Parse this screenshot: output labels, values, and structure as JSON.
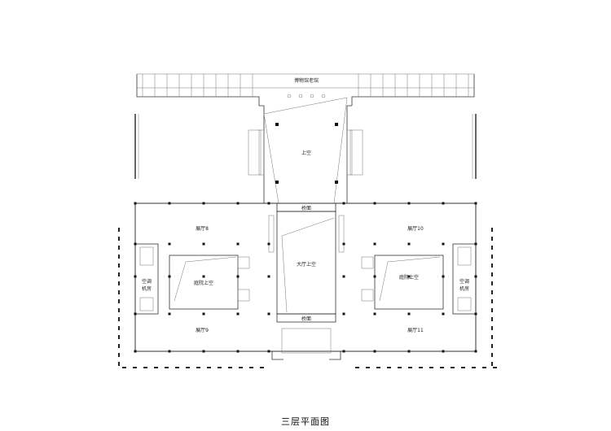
{
  "title": "三层平面图",
  "labels": {
    "archive": "博物馆老馆",
    "void_top": "上空",
    "bridge_top": "桥面",
    "bridge_bottom": "桥面",
    "hall8": "展厅8",
    "hall9": "展厅9",
    "hall10": "展厅10",
    "hall11": "展厅11",
    "atrium": "大厅上空",
    "court_left": "庭院上空",
    "court_right": "庭院上空",
    "ac_left_1": "空调",
    "ac_left_2": "机房",
    "ac_right_1": "空调",
    "ac_right_2": "机房"
  }
}
